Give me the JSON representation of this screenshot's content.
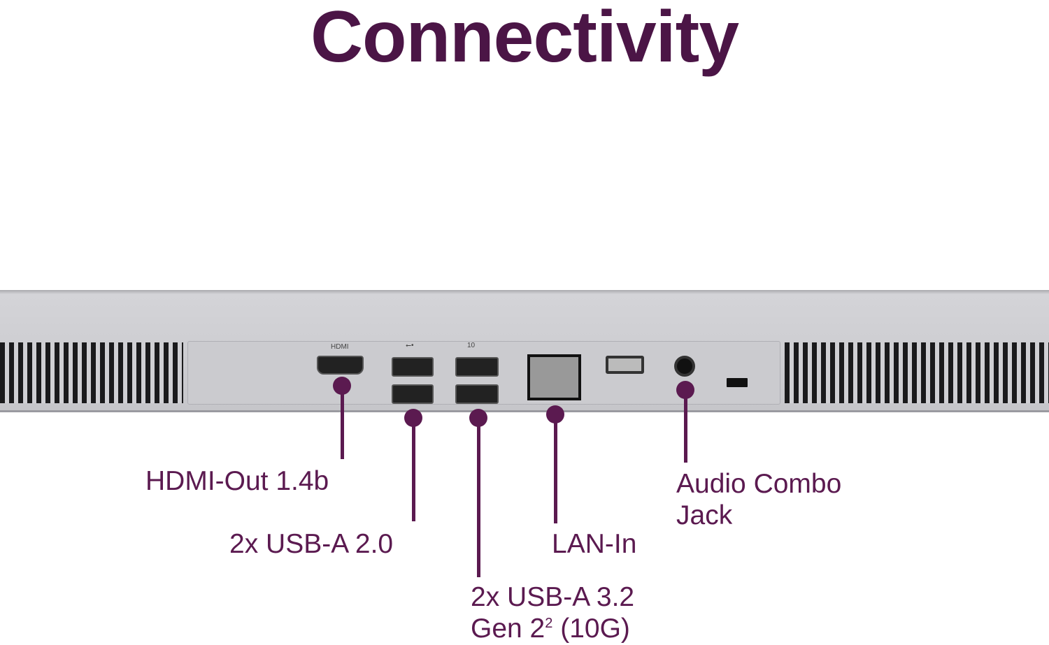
{
  "title": "Connectivity",
  "ports": {
    "hdmi": {
      "label": "HDMI-Out 1.4b",
      "icon_text": "HDMI"
    },
    "usb2": {
      "label": "2x USB-A 2.0"
    },
    "usb3": {
      "label_line1": "2x USB-A 3.2",
      "label_line2_base": "Gen 2",
      "label_sup": "2",
      "label_line2_rest": " (10G)",
      "icon_text": "10"
    },
    "lan": {
      "label": "LAN-In"
    },
    "audio": {
      "label_line1": "Audio Combo",
      "label_line2": "Jack"
    }
  },
  "colors": {
    "accent": "#5b1a50",
    "title": "#4b1546"
  }
}
